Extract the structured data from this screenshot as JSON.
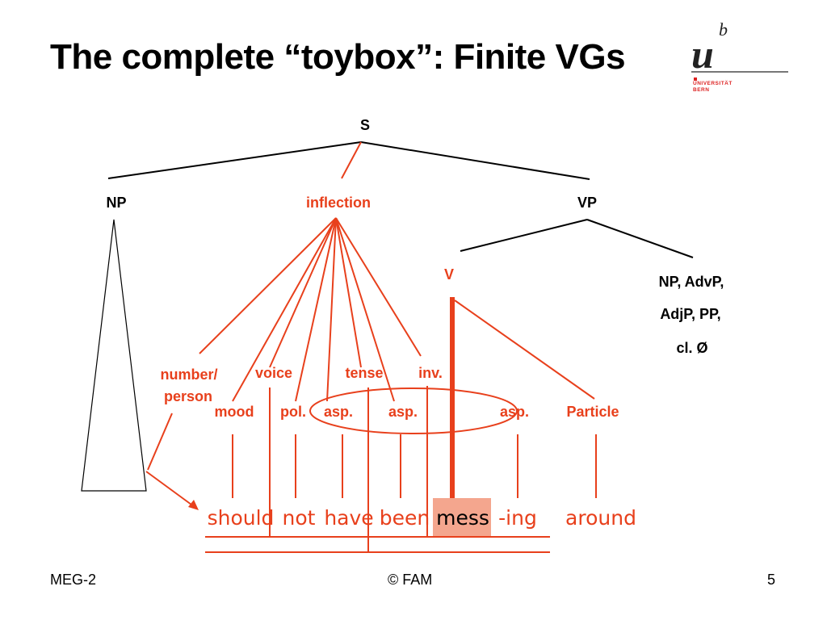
{
  "slide": {
    "title": "The complete “toybox”: Finite VGs",
    "logo": {
      "letter": "u",
      "superscript": "b",
      "university_line1": "UNIVERSITÄT",
      "university_line2": "BERN"
    },
    "footer": {
      "left": "MEG-2",
      "center": "© FAM",
      "right": "5"
    }
  },
  "tree": {
    "root": "S",
    "np": "NP",
    "inflection": "inflection",
    "vp": "VP",
    "v": "V",
    "complements": [
      "NP, AdvP,",
      "AdjP, PP,",
      "cl.  Ø"
    ],
    "number_person": [
      "number/",
      "person"
    ],
    "voice": "voice",
    "tense": "tense",
    "inv": "inv.",
    "mood": "mood",
    "pol": "pol.",
    "asp1": "asp.",
    "asp2": "asp.",
    "asp3": "asp.",
    "particle": "Particle"
  },
  "words": {
    "should": "should",
    "not": "not",
    "have": "have",
    "been": "been",
    "mess": "mess",
    "ing": "-ing",
    "around": "around"
  },
  "colors": {
    "accent": "#e8401c",
    "highlight": "#f4a68e",
    "text": "#000000"
  }
}
